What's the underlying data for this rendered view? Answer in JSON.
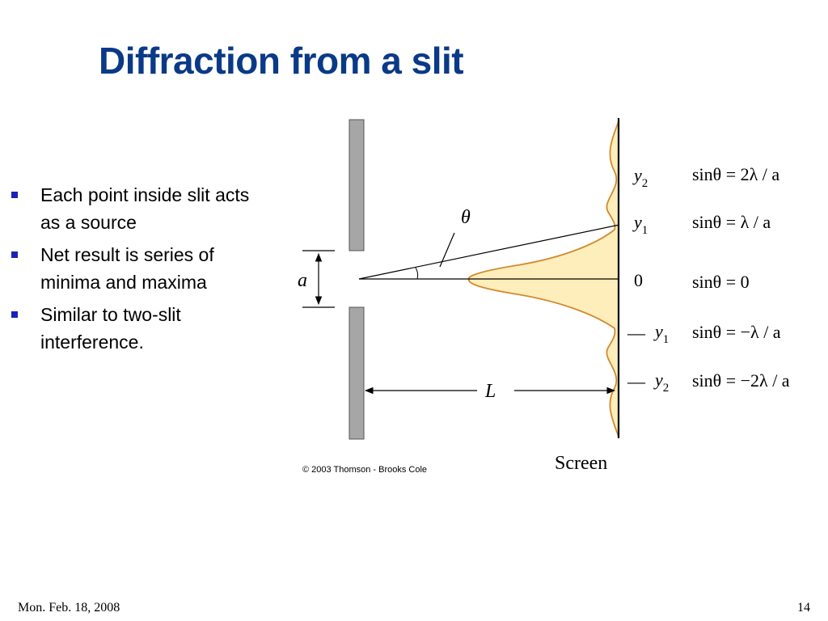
{
  "slide": {
    "title": "Diffraction from a slit",
    "bullets": [
      "Each point inside slit acts as a source",
      "Net result is series of minima and maxima",
      "Similar to two-slit interference."
    ],
    "footer_date": "Mon. Feb. 18, 2008",
    "page_number": "14",
    "accent_color": "#0a3a87",
    "bullet_color": "#1a22b5"
  },
  "diagram": {
    "labels": {
      "theta": "θ",
      "a": "a",
      "L": "L",
      "screen": "Screen",
      "copyright": "© 2003 Thomson - Brooks Cole"
    },
    "fringes": [
      {
        "pos_prefix": "",
        "pos_var": "y",
        "pos_sub": "2",
        "formula": "sinθ = 2λ / a"
      },
      {
        "pos_prefix": "",
        "pos_var": "y",
        "pos_sub": "1",
        "formula": "sinθ = λ / a"
      },
      {
        "pos_prefix": "",
        "pos_var": "0",
        "pos_sub": "",
        "formula": "sinθ = 0"
      },
      {
        "pos_prefix": "—",
        "pos_var": "y",
        "pos_sub": "1",
        "formula": "sinθ = −λ / a"
      },
      {
        "pos_prefix": "—",
        "pos_var": "y",
        "pos_sub": "2",
        "formula": "sinθ = −2λ / a"
      }
    ],
    "colors": {
      "intensity_fill": "#fdeebc",
      "intensity_stroke": "#d38a2f",
      "barrier": "#a6a6a6"
    }
  }
}
